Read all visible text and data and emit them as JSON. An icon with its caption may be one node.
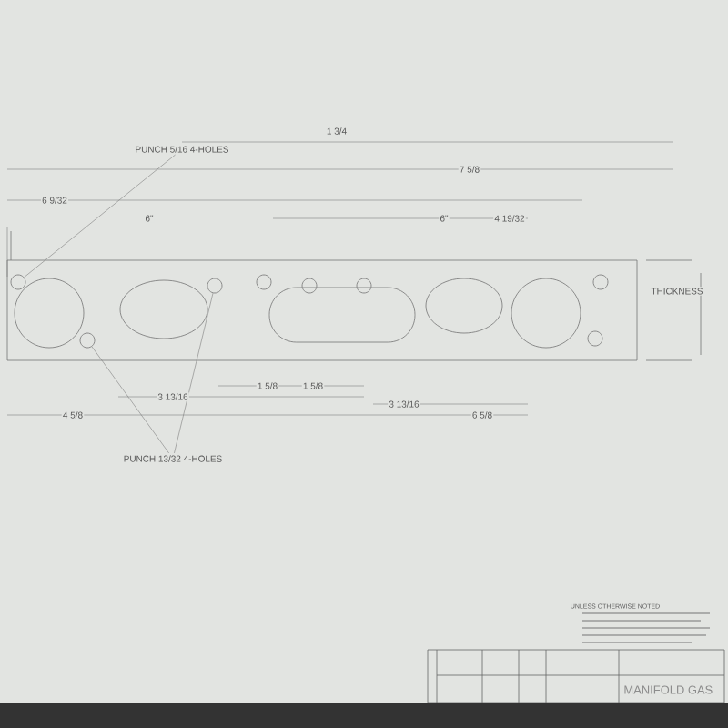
{
  "diagram": {
    "title": "MANIFOLD GAS",
    "nodes": [
      {
        "text": [
          "PUNCH 5/16 4-HOLES"
        ]
      },
      {
        "text": [],
        "shape": "circle"
      },
      {
        "text": [
          "PUNCH 13/32 4-HOLES"
        ]
      },
      {
        "text": [],
        "shape": "circle"
      },
      {
        "text": [],
        "shape": "circle"
      }
    ],
    "edges": [
      {
        "from": 0,
        "to": 1,
        "arrow": "none"
      },
      {
        "from": 2,
        "to": 3,
        "arrow": "none"
      },
      {
        "from": 2,
        "to": 4,
        "arrow": "none"
      }
    ],
    "labels": [
      "1 3/4",
      "7 5/8",
      "6 9/32",
      "6\"",
      "6\"",
      "4 19/32",
      "1 5/8",
      "1 5/8",
      "3 13/16",
      "3 13/16",
      "4 5/8",
      "6 5/8",
      "THICKNESS",
      "UNLESS OTHERWISE NOTED"
    ]
  }
}
